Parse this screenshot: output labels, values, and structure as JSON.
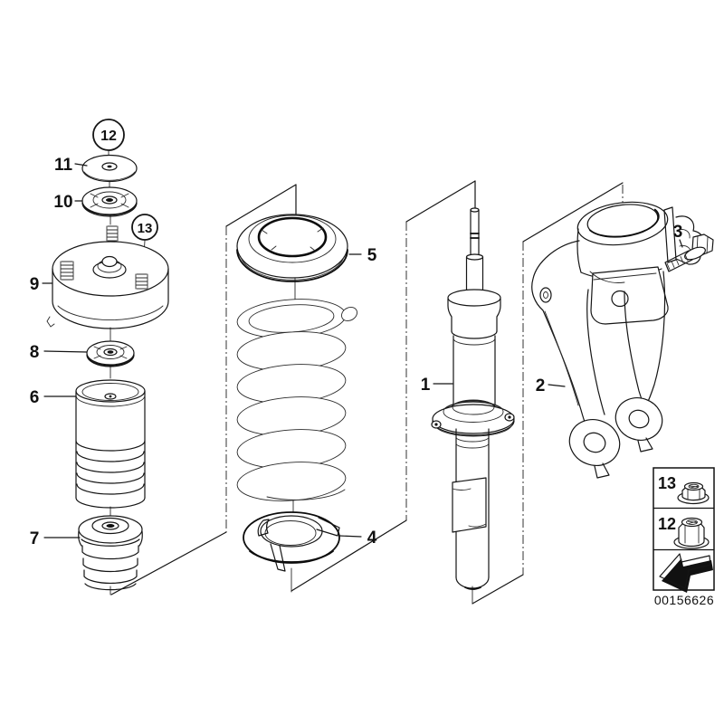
{
  "colors": {
    "background": "#ffffff",
    "line": "#151515"
  },
  "labels": {
    "p1": "1",
    "p2": "2",
    "p3": "3",
    "p4": "4",
    "p5": "5",
    "p6": "6",
    "p7": "7",
    "p8": "8",
    "p9": "9",
    "p10": "10",
    "p11": "11"
  },
  "callouts": {
    "c12": "12",
    "c13": "13"
  },
  "legend": {
    "row1_num": "13",
    "row2_num": "12",
    "part_number": "00156626"
  }
}
